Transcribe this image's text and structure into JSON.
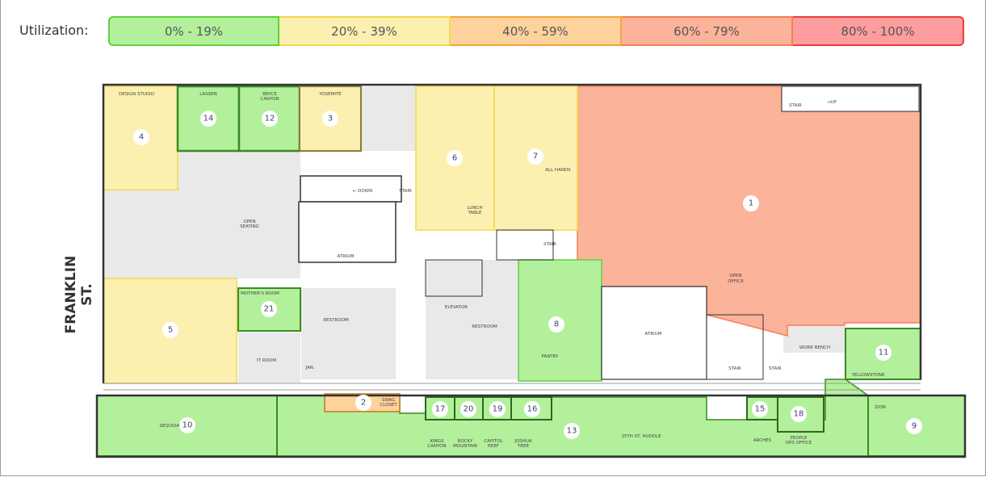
{
  "legend": {
    "label": "Utilization:",
    "bands": [
      {
        "label": "0% - 19%",
        "fill": "#b3f09c",
        "border": "#5fd13d"
      },
      {
        "label": "20% - 39%",
        "fill": "#fcf0b0",
        "border": "#f2d850"
      },
      {
        "label": "40% - 59%",
        "fill": "#fdd29c",
        "border": "#f7a53c"
      },
      {
        "label": "60% - 79%",
        "fill": "#fbb39a",
        "border": "#f3805a"
      },
      {
        "label": "80% - 100%",
        "fill": "#fd9d9d",
        "border": "#ee3c3c"
      }
    ]
  },
  "street": "FRANKLIN ST.",
  "zones": [
    {
      "id": "1",
      "band": "60% - 79%"
    },
    {
      "id": "2",
      "band": "40% - 59%"
    },
    {
      "id": "3",
      "band": "20% - 39%"
    },
    {
      "id": "4",
      "band": "20% - 39%"
    },
    {
      "id": "5",
      "band": "20% - 39%"
    },
    {
      "id": "6",
      "band": "20% - 39%"
    },
    {
      "id": "7",
      "band": "20% - 39%"
    },
    {
      "id": "8",
      "band": "0% - 19%"
    },
    {
      "id": "9",
      "band": "0% - 19%"
    },
    {
      "id": "10",
      "band": "0% - 19%"
    },
    {
      "id": "11",
      "band": "0% - 19%"
    },
    {
      "id": "12",
      "band": "0% - 19%"
    },
    {
      "id": "13",
      "band": "0% - 19%"
    },
    {
      "id": "14",
      "band": "0% - 19%"
    },
    {
      "id": "15",
      "band": "0% - 19%"
    },
    {
      "id": "16",
      "band": "0% - 19%"
    },
    {
      "id": "17",
      "band": "0% - 19%"
    },
    {
      "id": "18",
      "band": "0% - 19%"
    },
    {
      "id": "19",
      "band": "0% - 19%"
    },
    {
      "id": "20",
      "band": "0% - 19%"
    },
    {
      "id": "21",
      "band": "0% - 19%"
    }
  ],
  "labels": {
    "design_studio": "DESIGN STUDIO",
    "lassen": "LASSEN",
    "bryce1": "BRYCE",
    "bryce2": "CANYON",
    "yosemite": "YOSEMITE",
    "open1": "OPEN",
    "open2": "SEATING",
    "down": "← DOWN",
    "stair1": "STAIR",
    "atrium1": "ATRIUM",
    "lunch1": "LUNCH",
    "lunch2": "TABLE",
    "all_hands": "ALL HANDS",
    "stair2": "STAIR",
    "stair_up": "STAIR",
    "up": "→UP",
    "office1": "OPEN",
    "office2": "OFFICE",
    "mothers": "MOTHER'S ROOM",
    "restroom1": "RESTROOM",
    "it_room": "IT ROOM",
    "jan": "JAN.",
    "swag1": "SWAG",
    "swag2": "CLOSET",
    "sequoia": "SEQUOIA",
    "elevator": "ELEVATOR",
    "restroom2": "RESTROOM",
    "pantry": "PANTRY",
    "atrium2": "ATRIUM",
    "stair3": "STAIR",
    "stair4": "STAIR",
    "work_bench": "WORK BENCH",
    "yellowstone": "YELLOWSTONE",
    "zion": "ZION",
    "kings1": "KINGS",
    "kings2": "CANYON",
    "rocky1": "ROCKY",
    "rocky2": "MOUNTAIN",
    "capitol1": "CAPITOL",
    "capitol2": "REEF",
    "joshua1": "JOSHUA",
    "joshua2": "TREE",
    "huddle": "15TH ST. HUDDLE",
    "arches": "ARCHES",
    "people1": "PEOPLE",
    "people2": "OPS OFFICE"
  }
}
